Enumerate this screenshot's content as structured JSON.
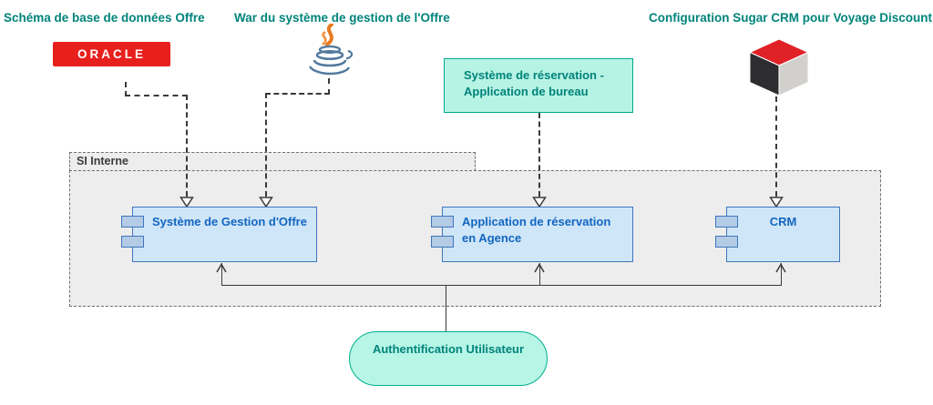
{
  "annotations": [
    {
      "label": "Schéma de base de données Offre"
    },
    {
      "label": "War du système de gestion de l'Offre"
    },
    {
      "label": "Configuration Sugar CRM pour Voyage Discount"
    }
  ],
  "oracle": {
    "wordmark": "ORACLE"
  },
  "reservation_node": {
    "label": "Système de réservation -\nApplication de bureau"
  },
  "package": {
    "label": "SI Interne"
  },
  "components": [
    {
      "label": "Système de Gestion d'Offre"
    },
    {
      "label": "Application de réservation\nen Agence"
    },
    {
      "label": "CRM"
    }
  ],
  "auth": {
    "label": "Authentification Utilisateur"
  },
  "colors": {
    "annotation_text": "#00847b",
    "teal_fill": "#b7f3e4",
    "teal_border": "#00a98d",
    "component_fill": "#cfe5f8",
    "component_border": "#4076bc",
    "component_text": "#1266c0",
    "package_fill": "#ededed",
    "oracle_red": "#e8201d",
    "cube_red": "#e02126",
    "cube_dark": "#2d2d2f",
    "cube_light": "#d2d0cd",
    "java_blue": "#53799e",
    "java_orange": "#e87b21",
    "line": "#3a3a3a"
  }
}
